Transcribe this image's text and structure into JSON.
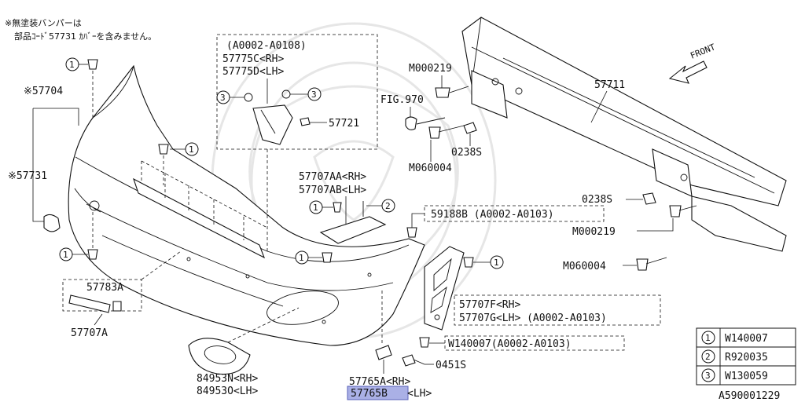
{
  "notes": {
    "line1": "※無塗装バンパーは",
    "line2": "部品ｺｰﾄﾞ57731 ｶﾊﾞｰを含みません。"
  },
  "front_label": "FRONT",
  "callouts": {
    "c1": "1",
    "c2": "2",
    "c3": "3"
  },
  "labels": {
    "p57704": "※57704",
    "p57731": "※57731",
    "range_a0002_a0108": "(A0002-A0108)",
    "p57775c": "57775C<RH>",
    "p57775d": "57775D<LH>",
    "p57721": "57721",
    "p57707aa": "57707AA<RH>",
    "p57707ab": "57707AB<LH>",
    "p59188b": "59188B (A0002-A0103)",
    "p57783a": "57783A",
    "p57707a": "57707A",
    "p84953n": "84953N<RH>",
    "p84953o": "84953O<LH>",
    "p57765a": "57765A<RH>",
    "p57765b": "57765B",
    "p57765b_lh": "<LH>",
    "p0451s": "0451S",
    "p57707f": "57707F<RH>",
    "p57707g": "57707G<LH> (A0002-A0103)",
    "w140007_range": "W140007(A0002-A0103)",
    "m000219_top": "M000219",
    "fig970": "FIG.970",
    "m060004_top": "M060004",
    "p0238s_top": "0238S",
    "p57711": "57711",
    "p0238s_mid": "0238S",
    "m000219_mid": "M000219",
    "m060004_mid": "M060004"
  },
  "key_table": [
    {
      "num": "1",
      "code": "W140007"
    },
    {
      "num": "2",
      "code": "R920035"
    },
    {
      "num": "3",
      "code": "W130059"
    }
  ],
  "diagram_code": "A590001229",
  "highlight_color": "#aab0e6"
}
